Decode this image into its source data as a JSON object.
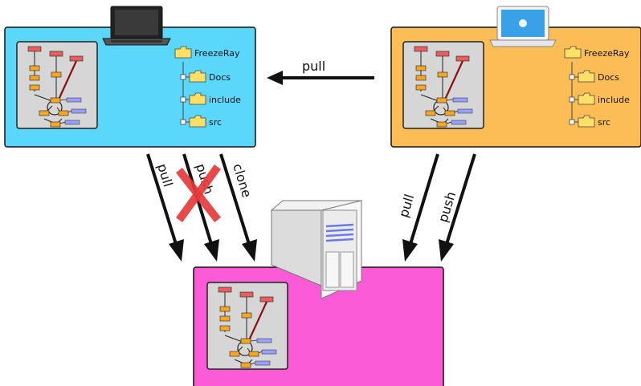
{
  "repos": {
    "left": {
      "tree": {
        "root": "FreezeRay",
        "children": [
          "Docs",
          "include",
          "src"
        ]
      }
    },
    "right": {
      "tree": {
        "root": "FreezeRay",
        "children": [
          "Docs",
          "include",
          "src"
        ]
      }
    }
  },
  "arrows": {
    "right_to_left": "pull",
    "left_pull": "pull",
    "left_push": "push",
    "left_clone": "clone",
    "right_pull": "pull",
    "right_push": "push"
  },
  "colors": {
    "left_repo": "#5bd7fb",
    "right_repo": "#fcbd57",
    "server_repo": "#fc5bd7",
    "graph_bg": "#d6d6d6",
    "node": "#f5a623",
    "tag": "#9aa0ff",
    "branch": "#e85d5d",
    "forbidden_mark": "#e43b3b",
    "folder": "#ffe066"
  },
  "icons": {
    "left_computer": "laptop-icon",
    "right_computer": "macbook-icon",
    "server": "server-tower-icon",
    "forbidden": "cross-x-icon"
  }
}
